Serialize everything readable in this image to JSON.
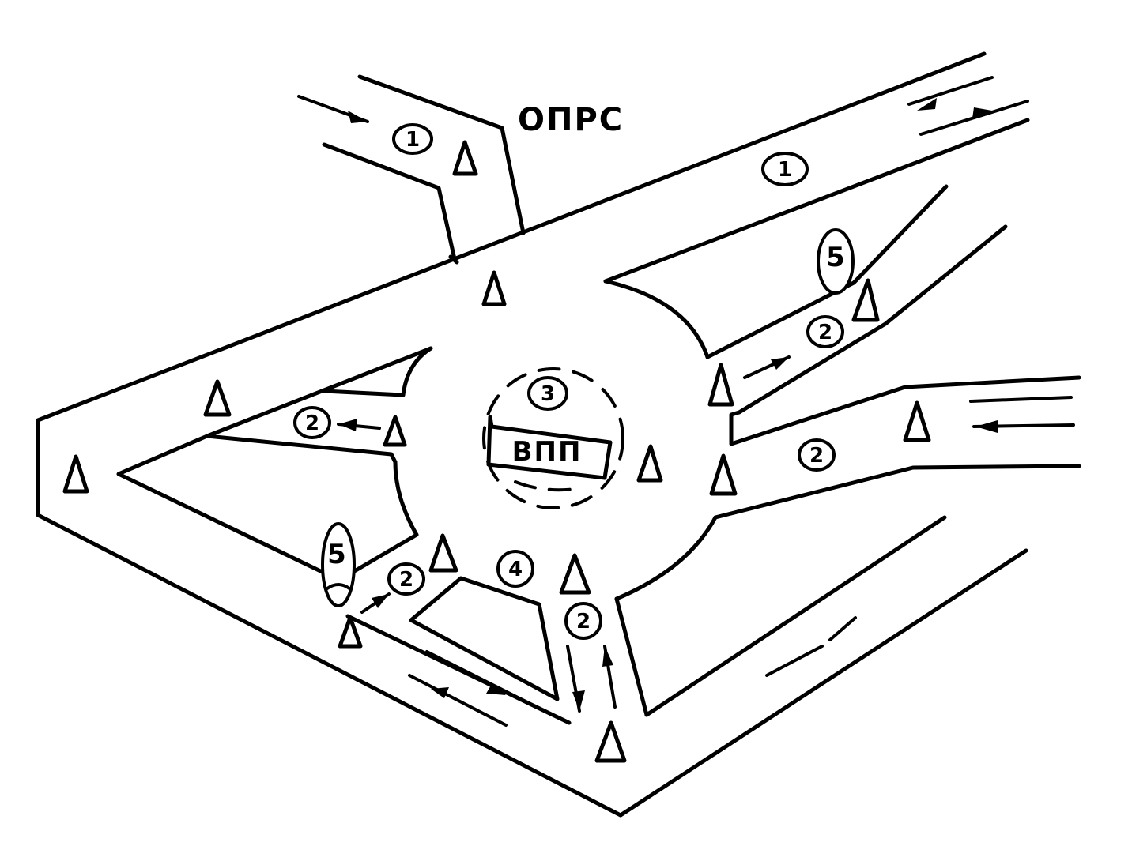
{
  "labels": {
    "oprs": "ОПРС",
    "vpp": "ВПП"
  },
  "markers": {
    "m1_top_left": "1",
    "m1_top_right": "1",
    "m2_right_upper": "2",
    "m2_left": "2",
    "m2_right_lower": "2",
    "m2_bottom_left": "2",
    "m2_bottom": "2",
    "m3": "3",
    "m4": "4",
    "m5_right": "5",
    "m5_left": "5"
  },
  "icons": {
    "post": "triangle-post-icon",
    "arrow": "arrow-icon"
  },
  "colors": {
    "ink": "#000000",
    "paper": "#ffffff"
  }
}
